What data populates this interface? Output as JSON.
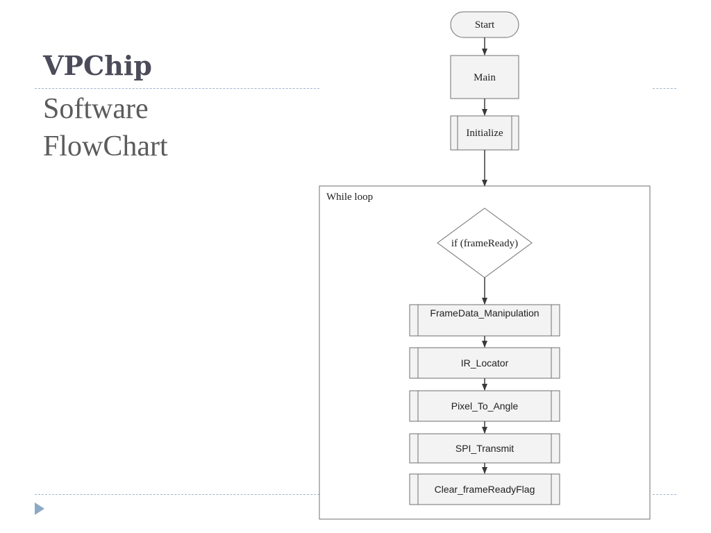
{
  "slide": {
    "title": "VPChip",
    "subtitle_line1": "Software",
    "subtitle_line2": "FlowChart"
  },
  "flowchart": {
    "start": "Start",
    "main": "Main",
    "initialize": "Initialize",
    "loop_label": "While loop",
    "decision": "if (frameReady)",
    "steps": [
      "FrameData_Manipulation",
      "IR_Locator",
      "Pixel_To_Angle",
      "SPI_Transmit",
      "Clear_frameReadyFlag"
    ]
  },
  "colors": {
    "node_fill": "#f3f3f3",
    "node_stroke": "#6f6f6f",
    "title_color": "#4b4b5a",
    "dash_color": "#9db4cc"
  }
}
